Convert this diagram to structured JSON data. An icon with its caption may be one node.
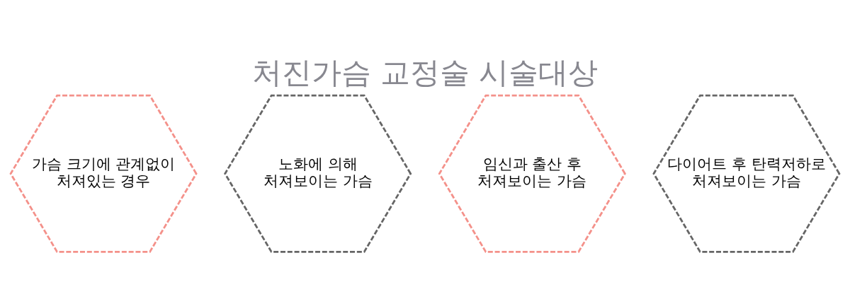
{
  "diagram": {
    "title": "처진가슴 교정술 시술대상",
    "nodes": [
      {
        "text": [
          "가슴 크기에 관계없이 처져있는 경우"
        ]
      },
      {
        "text": [
          "노화에 의해 처져보이는 가슴"
        ]
      },
      {
        "text": [
          "임신과 출산 후 처져보이는 가슴"
        ]
      },
      {
        "text": [
          "다이어트 후 탄력저하로 처져보이는 가슴"
        ]
      }
    ],
    "edges": []
  }
}
